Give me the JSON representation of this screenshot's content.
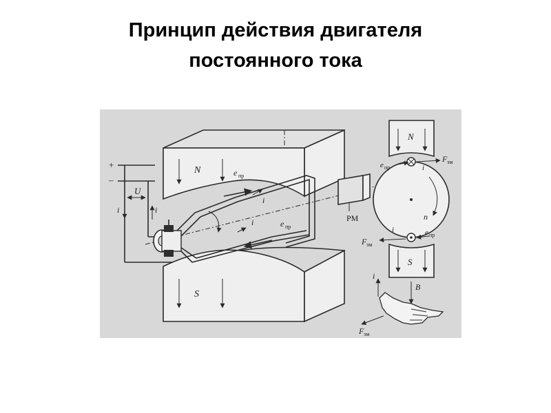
{
  "slide": {
    "title_line1": "Принцип действия двигателя",
    "title_line2": "постоянного тока"
  },
  "figure": {
    "background": "#d8d8d8",
    "labels": {
      "plus": "+",
      "minus": "–",
      "voltage": "U",
      "current": "i",
      "north": "N",
      "south": "S",
      "emf_base": "e",
      "emf_sub": "пр",
      "force_base": "F",
      "force_sub": "эм",
      "meter": "PM",
      "speed": "n",
      "induction": "B"
    }
  }
}
